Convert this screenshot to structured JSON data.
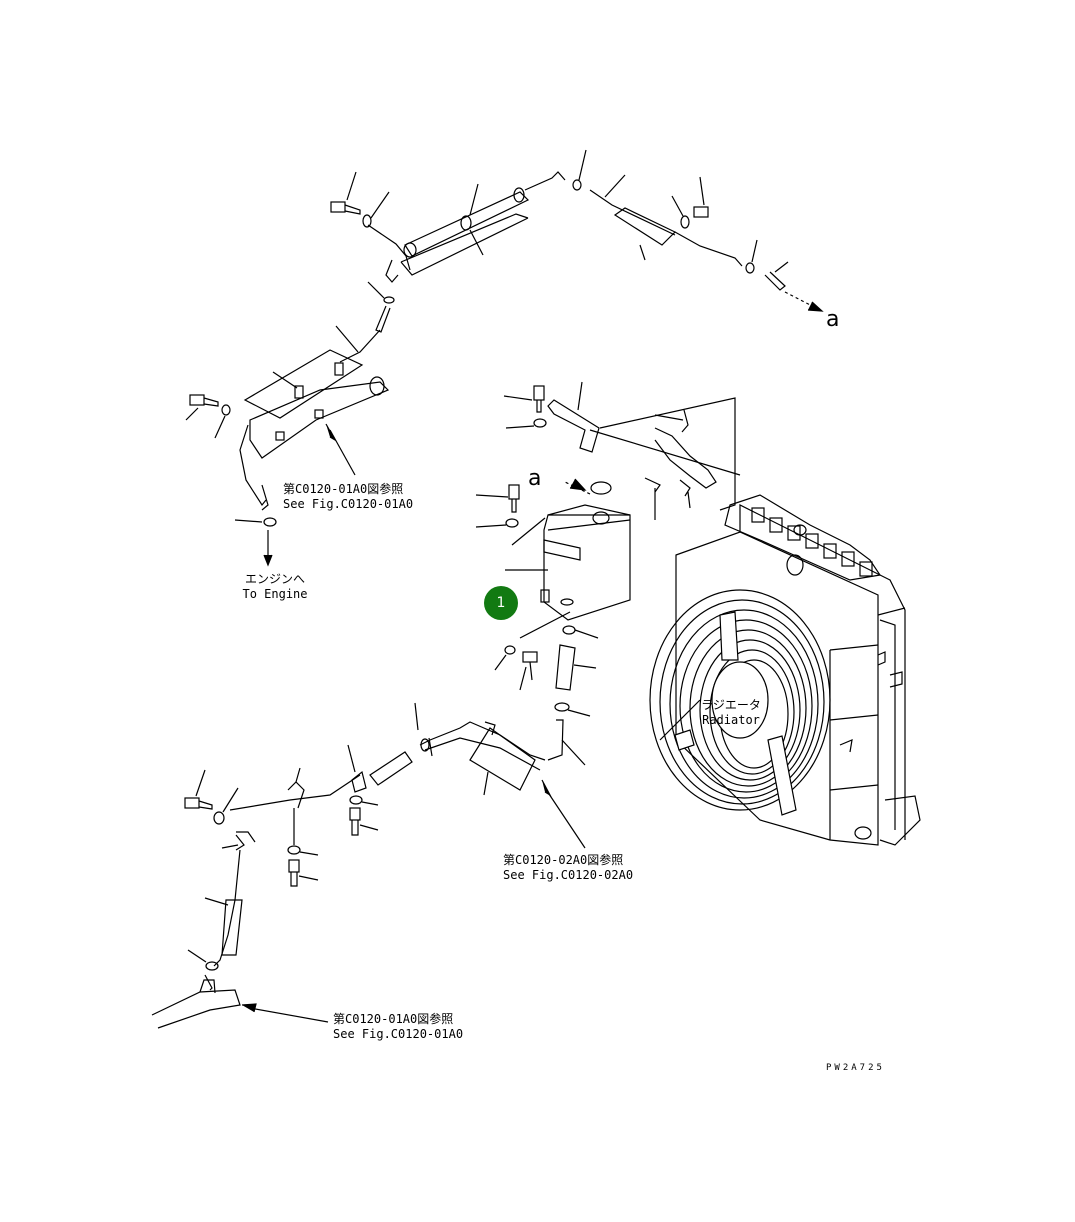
{
  "references": {
    "ref_top": {
      "jp": "第C0120-01A0図参照",
      "en": "See Fig.C0120-01A0"
    },
    "ref_mid": {
      "jp": "第C0120-02A0図参照",
      "en": "See Fig.C0120-02A0"
    },
    "ref_bottom": {
      "jp": "第C0120-01A0図参照",
      "en": "See Fig.C0120-01A0"
    }
  },
  "engine_label": {
    "jp": "エンジンへ",
    "en": "To Engine"
  },
  "radiator_label": {
    "jp": "ラジエータ",
    "en": "Radiator"
  },
  "connection_letters": {
    "top_right": "a",
    "center": "a"
  },
  "part_marker": {
    "number": "1",
    "color": "#127a12"
  },
  "drawing_code": "PW2A725"
}
